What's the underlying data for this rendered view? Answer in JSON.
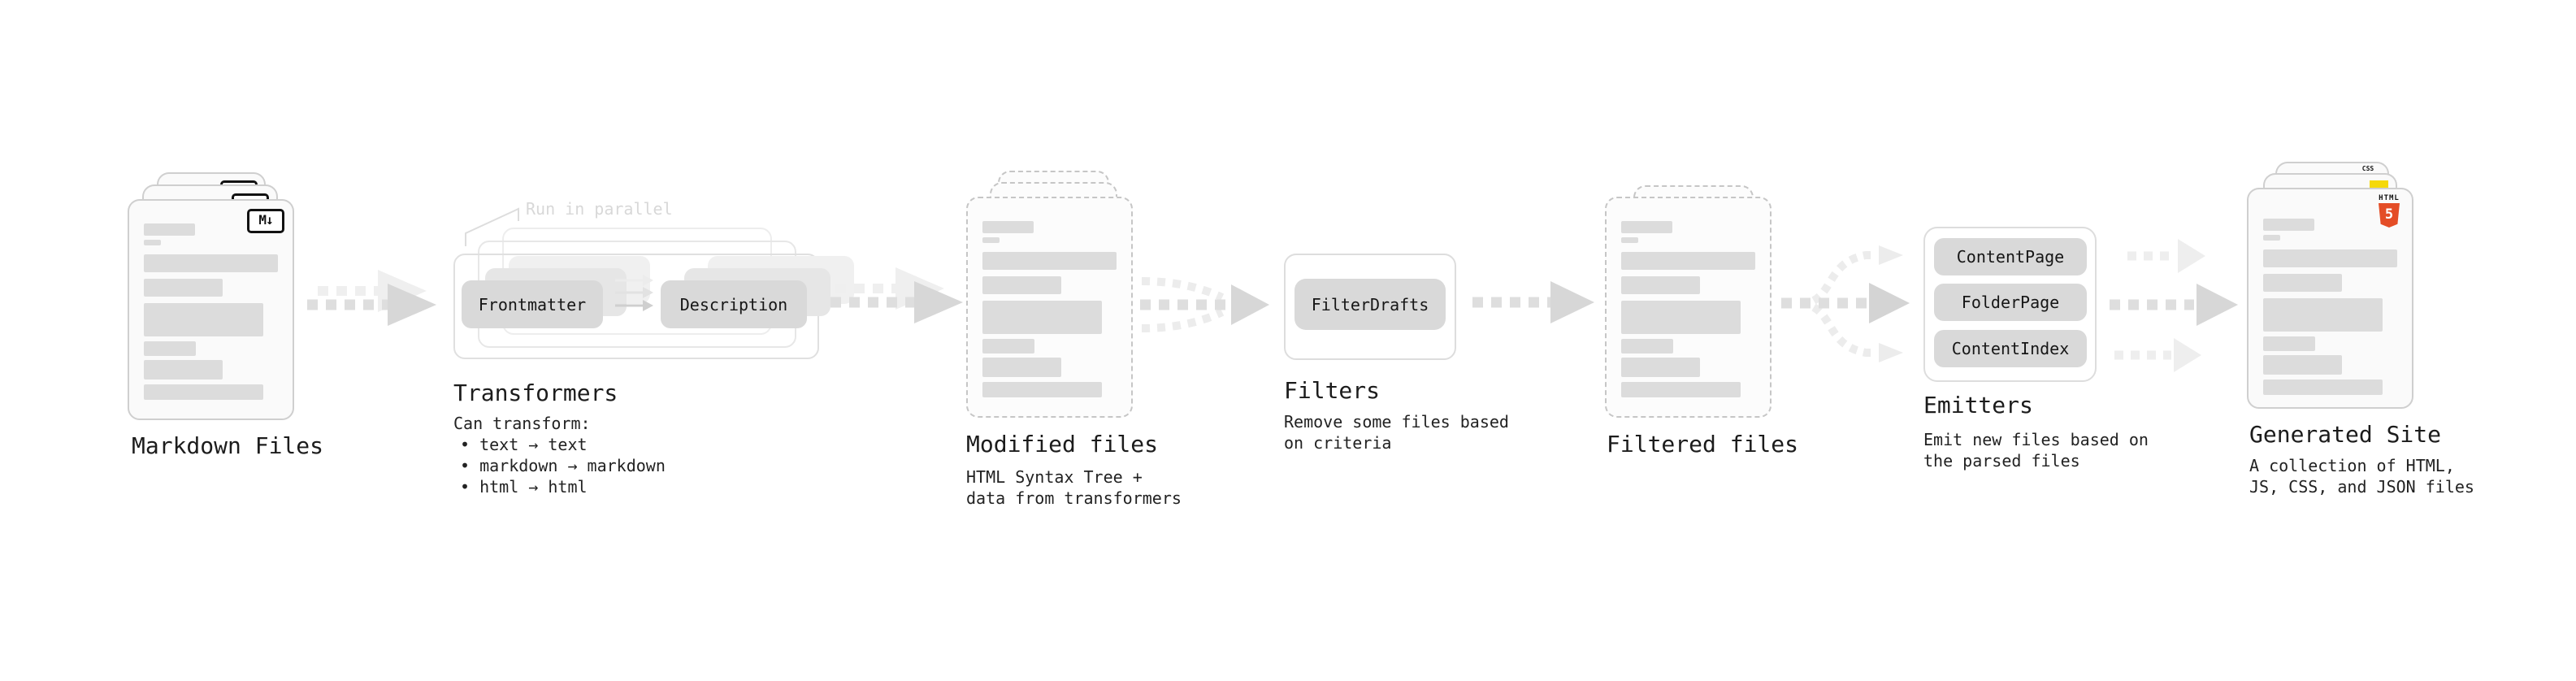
{
  "diagram": {
    "markdown": {
      "label": "Markdown Files",
      "badge": "M↓"
    },
    "transformers": {
      "label": "Transformers",
      "note": "Run in parallel",
      "pill_left": "Frontmatter",
      "pill_right": "Description",
      "caption_heading": "Can transform:",
      "caption_items": [
        "• text → text",
        "• markdown → markdown",
        "• html → html"
      ]
    },
    "modified": {
      "label": "Modified files",
      "caption": [
        "HTML Syntax Tree +",
        "data from transformers"
      ]
    },
    "filters": {
      "label": "Filters",
      "pill": "FilterDrafts",
      "caption": [
        "Remove some files based",
        "on criteria"
      ]
    },
    "filtered": {
      "label": "Filtered files"
    },
    "emitters": {
      "label": "Emitters",
      "pills": [
        "ContentPage",
        "FolderPage",
        "ContentIndex"
      ],
      "caption": [
        "Emit new files based on",
        "the parsed files"
      ]
    },
    "generated": {
      "label": "Generated Site",
      "caption": [
        "A collection of HTML,",
        "JS, CSS, and JSON files"
      ],
      "css_badge": "CSS",
      "html_badge_text": "HTML",
      "html_badge_number": "5"
    },
    "colors": {
      "js_yellow": "#f5d90a",
      "css_blue": "#2965f1",
      "html_orange": "#e44d26"
    }
  }
}
